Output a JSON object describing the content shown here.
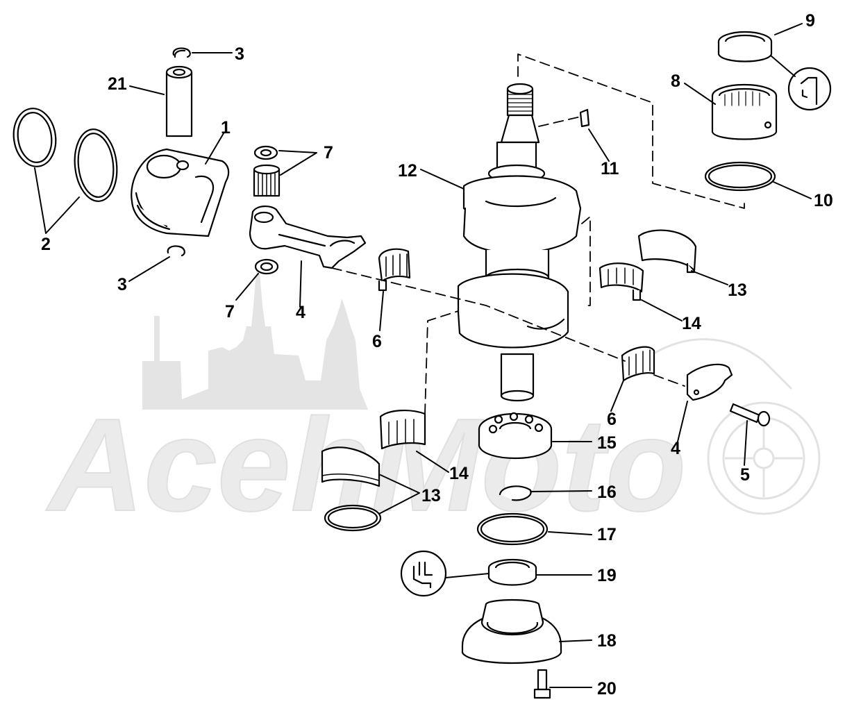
{
  "diagram": {
    "watermark_text": "AcehMoto",
    "ink_color": "#000000",
    "watermark_color": "#e2e2e2",
    "callouts": [
      {
        "id": "c3a",
        "label": "3"
      },
      {
        "id": "c21",
        "label": "21"
      },
      {
        "id": "c1",
        "label": "1"
      },
      {
        "id": "c2",
        "label": "2"
      },
      {
        "id": "c3b",
        "label": "3"
      },
      {
        "id": "c7a",
        "label": "7"
      },
      {
        "id": "c7b",
        "label": "7"
      },
      {
        "id": "c4a",
        "label": "4"
      },
      {
        "id": "c6a",
        "label": "6"
      },
      {
        "id": "c12",
        "label": "12"
      },
      {
        "id": "c11",
        "label": "11"
      },
      {
        "id": "c9",
        "label": "9"
      },
      {
        "id": "c8",
        "label": "8"
      },
      {
        "id": "c10",
        "label": "10"
      },
      {
        "id": "c13a",
        "label": "13"
      },
      {
        "id": "c14a",
        "label": "14"
      },
      {
        "id": "c6b",
        "label": "6"
      },
      {
        "id": "c4b",
        "label": "4"
      },
      {
        "id": "c5",
        "label": "5"
      },
      {
        "id": "c15",
        "label": "15"
      },
      {
        "id": "c14b",
        "label": "14"
      },
      {
        "id": "c13b",
        "label": "13"
      },
      {
        "id": "c16",
        "label": "16"
      },
      {
        "id": "c17",
        "label": "17"
      },
      {
        "id": "c19",
        "label": "19"
      },
      {
        "id": "c18",
        "label": "18"
      },
      {
        "id": "c20",
        "label": "20"
      }
    ]
  }
}
